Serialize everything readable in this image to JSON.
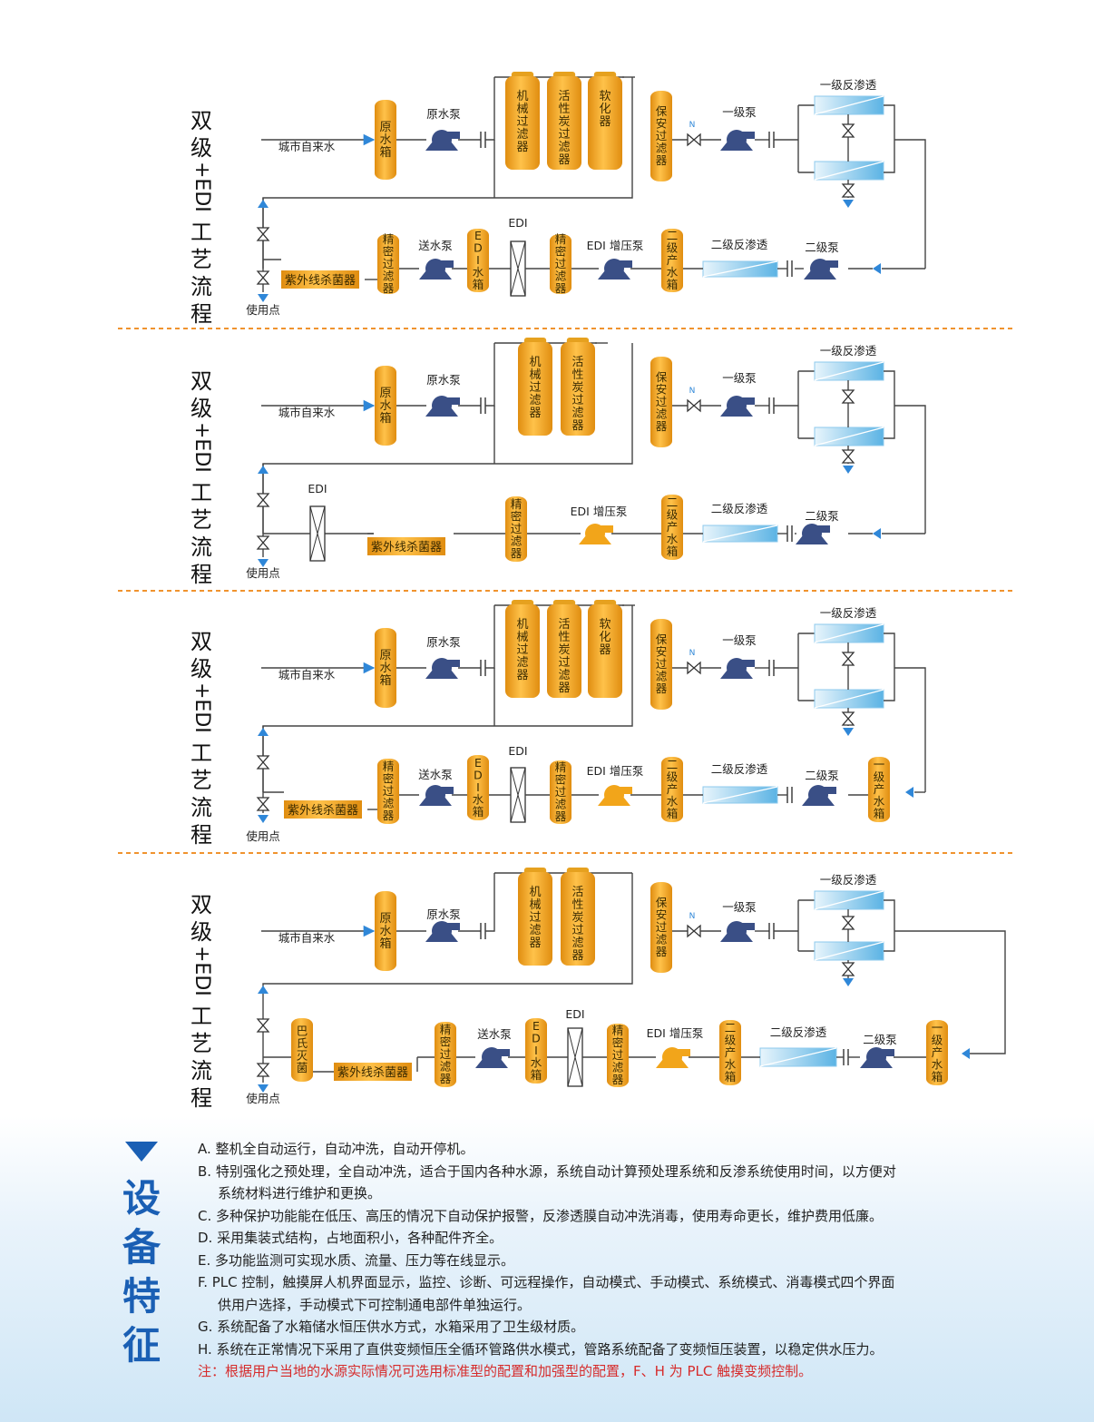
{
  "section_title": "双级+EDI工艺流程",
  "labels": {
    "city_water": "城市自来水",
    "raw_tank": "原水箱",
    "raw_pump": "原水泵",
    "mech_filter": "机械过滤器",
    "carbon_filter": "活性炭过滤器",
    "softener": "软化器",
    "security_filter": "保安过滤器",
    "stage1_pump": "一级泵",
    "stage1_ro": "一级反渗透",
    "stage2_pump": "二级泵",
    "stage2_ro": "二级反渗透",
    "stage2_tank": "二级产水箱",
    "stage1_tank": "一级产水箱",
    "edi_boost_pump": "EDI 增压泵",
    "precision_filter": "精密过滤器",
    "edi": "EDI",
    "edi_tank": "EDI水箱",
    "feed_pump": "送水泵",
    "uv": "紫外线杀菌器",
    "pasteur": "巴氏灭菌",
    "use_point": "使用点"
  },
  "features": {
    "title": "设备特征",
    "items": [
      "A. 整机全自动运行，自动冲洗，自动开停机。",
      "B. 特别强化之预处理，全自动冲洗，适合于国内各种水源，系统自动计算预处理系统和反渗系统使用时间，以方便对",
      "系统材料进行维护和更换。",
      "C. 多种保护功能能在低压、高压的情况下自动保护报警，反渗透膜自动冲洗消毒，使用寿命更长，维护费用低廉。",
      "D. 采用集装式结构，占地面积小，各种配件齐全。",
      "E. 多功能监测可实现水质、流量、压力等在线显示。",
      "F. PLC 控制，触摸屏人机界面显示，监控、诊断、可远程操作，自动模式、手动模式、系统模式、消毒模式四个界面",
      "供用户选择，手动模式下可控制通电部件单独运行。",
      "G. 系统配备了水箱储水恒压供水方式，水箱采用了卫生级材质。",
      "H. 系统在正常情况下采用了直供变频恒压全循环管路供水模式，管路系统配备了变频恒压装置，以稳定供水压力。"
    ],
    "note": "注：根据用户当地的水源实际情况可选用标准型的配置和加强型的配置，F、H 为 PLC 触摸变频控制。"
  },
  "colors": {
    "tank": "#f0a81c",
    "pump_blue": "#3a4f86",
    "pump_orange": "#f2a51a",
    "arrow": "#2f87d8",
    "divider": "#f0932e",
    "accent": "#1a5fb4",
    "note": "#d62b2b"
  }
}
